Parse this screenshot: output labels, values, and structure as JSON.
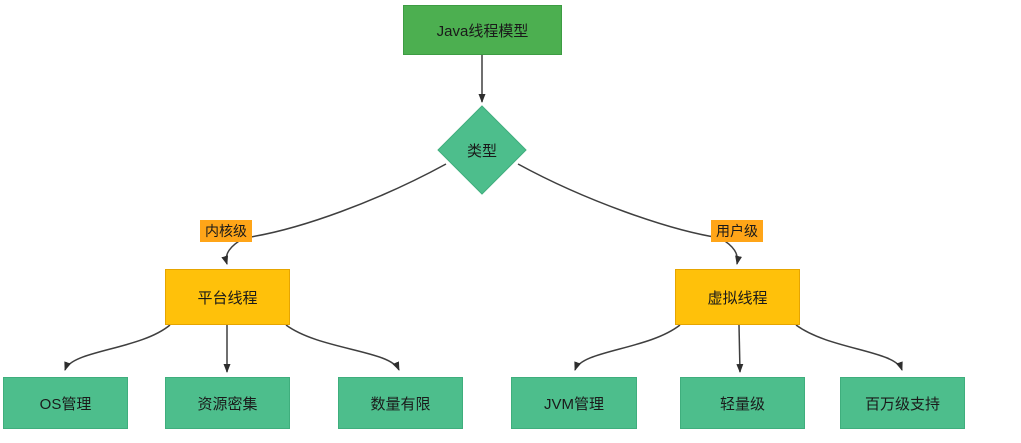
{
  "colors": {
    "green-primary": "#4caf50",
    "green-primary-border": "#3d9c43",
    "green-emerald": "#4dbe8c",
    "green-emerald-border": "#3fae7d",
    "amber": "#ffc10a",
    "amber-border": "#e6a500",
    "orange-label": "#ffa518",
    "edge": "#3f3f3f",
    "text": "#1a1a1a"
  },
  "diagram": {
    "root": {
      "label": "Java线程模型"
    },
    "decision": {
      "label": "类型"
    },
    "edge_labels": {
      "kernel_level": "内核级",
      "user_level": "用户级"
    },
    "branches": {
      "platform": {
        "label": "平台线程"
      },
      "virtual": {
        "label": "虚拟线程"
      }
    },
    "leaves": {
      "platform": [
        {
          "label": "OS管理"
        },
        {
          "label": "资源密集"
        },
        {
          "label": "数量有限"
        }
      ],
      "virtual": [
        {
          "label": "JVM管理"
        },
        {
          "label": "轻量级"
        },
        {
          "label": "百万级支持"
        }
      ]
    }
  }
}
